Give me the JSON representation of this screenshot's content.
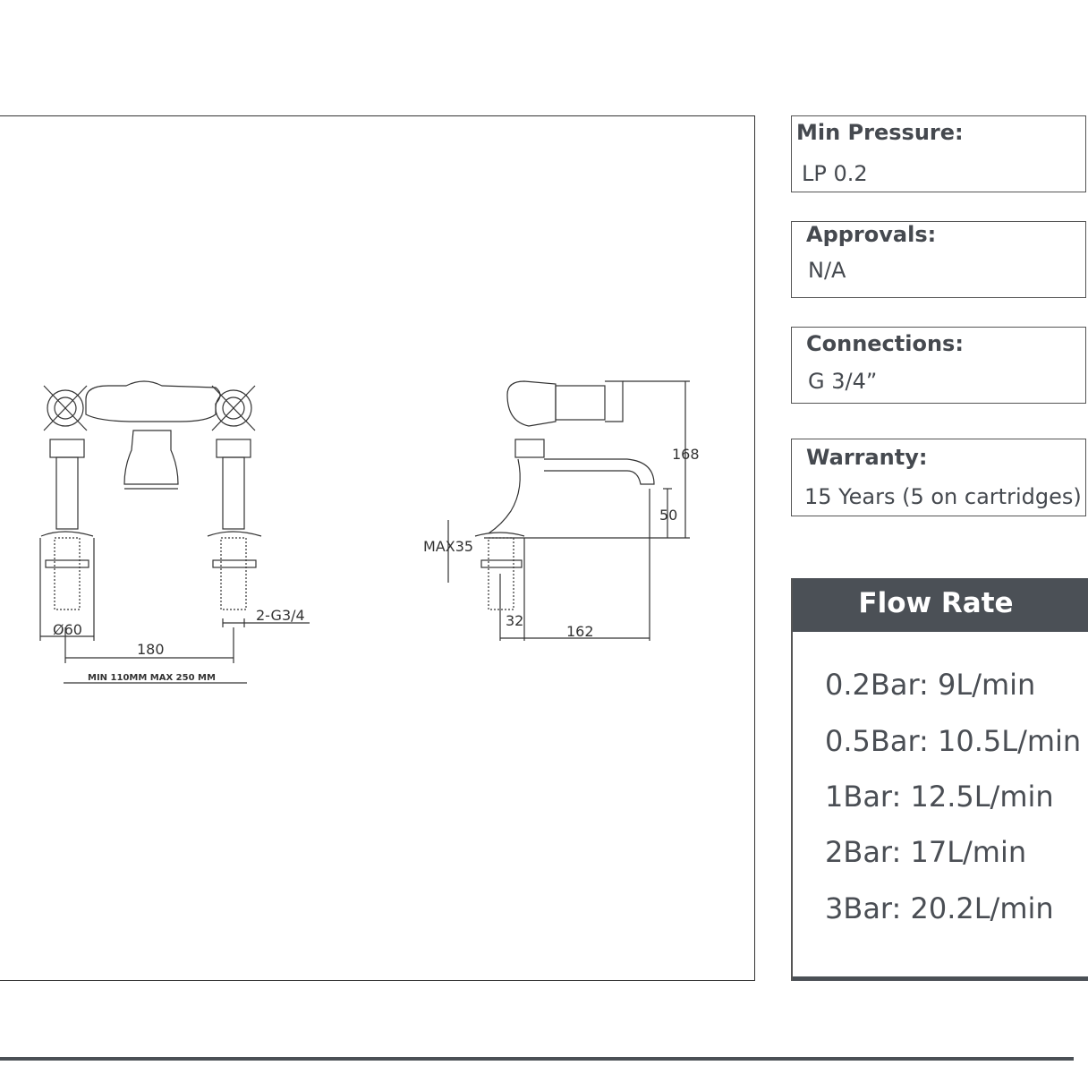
{
  "specs": {
    "min_pressure": {
      "label": "Min Pressure:",
      "value": "LP 0.2"
    },
    "approvals": {
      "label": "Approvals:",
      "value": "N/A"
    },
    "connections": {
      "label": "Connections:",
      "value": "G 3/4”"
    },
    "warranty": {
      "label": "Warranty:",
      "value": "15 Years (5 on cartridges)"
    }
  },
  "flow_rate": {
    "title": "Flow Rate",
    "items": [
      "0.2Bar: 9L/min",
      "0.5Bar: 10.5L/min",
      "1Bar: 12.5L/min",
      "2Bar: 17L/min",
      "3Bar: 20.2L/min"
    ]
  },
  "drawing": {
    "front": {
      "dia": "Ø60",
      "thread": "2-G3/4",
      "spacing": "180",
      "range": "MIN 110MM  MAX 250 MM"
    },
    "side": {
      "height": "168",
      "spout_height": "50",
      "max_deck": "MAX35",
      "offset": "32",
      "reach": "162"
    }
  },
  "colors": {
    "header_bg": "#4b5056",
    "text": "#45494f"
  }
}
